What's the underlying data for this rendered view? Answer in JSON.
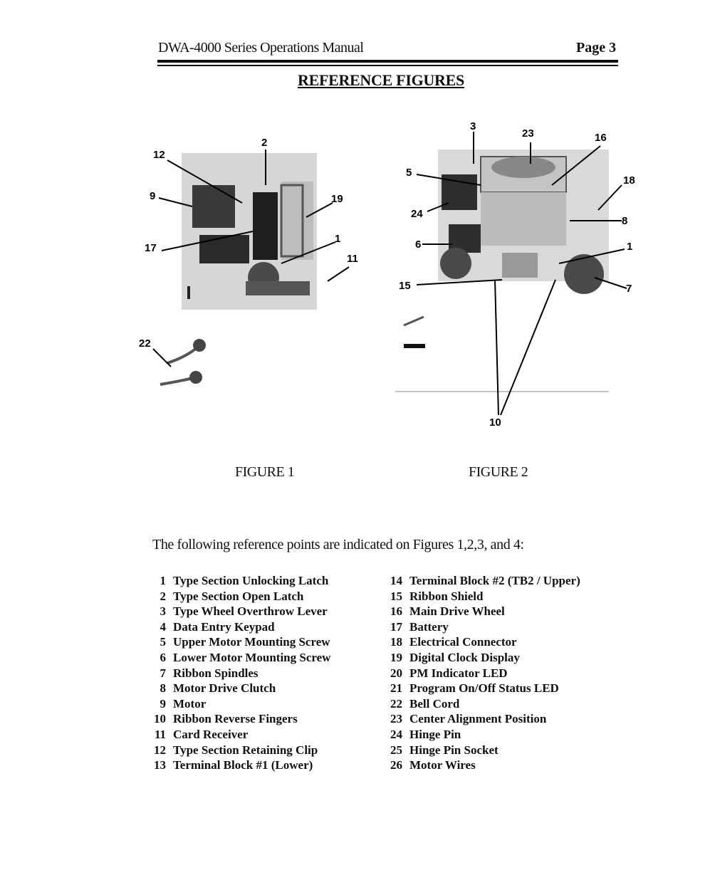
{
  "header": {
    "title": "DWA-4000 Series Operations Manual",
    "page": "Page 3"
  },
  "section_title": "REFERENCE FIGURES",
  "figures": {
    "figure1": {
      "caption": "FIGURE 1",
      "callouts": [
        "12",
        "2",
        "9",
        "19",
        "17",
        "1",
        "11",
        "22"
      ]
    },
    "figure2": {
      "caption": "FIGURE 2",
      "callouts": [
        "3",
        "23",
        "16",
        "5",
        "18",
        "24",
        "8",
        "6",
        "1",
        "15",
        "7",
        "10"
      ]
    }
  },
  "intro": "The following reference points are indicated on Figures 1,2,3, and 4:",
  "reference_points": [
    {
      "num": "1",
      "label": "Type Section Unlocking Latch"
    },
    {
      "num": "2",
      "label": "Type Section Open Latch"
    },
    {
      "num": "3",
      "label": "Type Wheel Overthrow Lever"
    },
    {
      "num": "4",
      "label": "Data Entry Keypad"
    },
    {
      "num": "5",
      "label": "Upper Motor Mounting Screw"
    },
    {
      "num": "6",
      "label": "Lower Motor Mounting Screw"
    },
    {
      "num": "7",
      "label": "Ribbon Spindles"
    },
    {
      "num": "8",
      "label": "Motor Drive Clutch"
    },
    {
      "num": "9",
      "label": "Motor"
    },
    {
      "num": "10",
      "label": "Ribbon Reverse Fingers"
    },
    {
      "num": "11",
      "label": "Card Receiver"
    },
    {
      "num": "12",
      "label": "Type Section Retaining Clip"
    },
    {
      "num": "13",
      "label": "Terminal Block #1 (Lower)"
    },
    {
      "num": "14",
      "label": "Terminal Block #2 (TB2 / Upper)"
    },
    {
      "num": "15",
      "label": "Ribbon Shield"
    },
    {
      "num": "16",
      "label": "Main Drive Wheel"
    },
    {
      "num": "17",
      "label": "Battery"
    },
    {
      "num": "18",
      "label": "Electrical Connector"
    },
    {
      "num": "19",
      "label": "Digital Clock Display"
    },
    {
      "num": "20",
      "label": "PM Indicator LED"
    },
    {
      "num": "21",
      "label": "Program On/Off Status LED"
    },
    {
      "num": "22",
      "label": "Bell Cord"
    },
    {
      "num": "23",
      "label": "Center Alignment Position"
    },
    {
      "num": "24",
      "label": "Hinge Pin"
    },
    {
      "num": "25",
      "label": "Hinge Pin Socket"
    },
    {
      "num": "26",
      "label": "Motor Wires"
    }
  ]
}
